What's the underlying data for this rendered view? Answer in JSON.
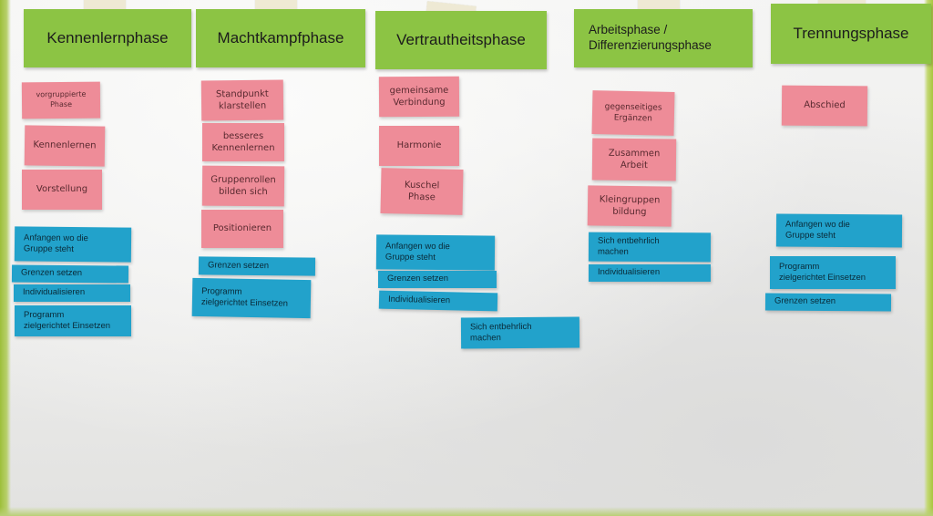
{
  "phases": [
    {
      "title": "Kennenlernphase",
      "pink": [
        "vorgruppierte Phase",
        "Kennenlernen",
        "Vorstellung"
      ],
      "blue": [
        "Anfangen wo die\nGruppe steht",
        "Grenzen setzen",
        "Individualisieren",
        "Programm\nzielgerichtet Einsetzen"
      ]
    },
    {
      "title": "Machtkampfphase",
      "pink": [
        "Standpunkt\nklarstellen",
        "besseres\nKennenlernen",
        "Gruppenrollen\nbilden sich",
        "Positionieren"
      ],
      "blue": [
        "Grenzen setzen",
        "Programm\nzielgerichtet Einsetzen"
      ]
    },
    {
      "title": "Vertrautheitsphase",
      "pink": [
        "gemeinsame\nVerbindung",
        "Harmonie",
        "Kuschel\nPhase"
      ],
      "blue": [
        "Anfangen wo die\nGruppe steht",
        "Grenzen setzen",
        "Individualisieren",
        "Sich entbehrlich\nmachen"
      ]
    },
    {
      "title": "Arbeitsphase /\nDifferenzierungsphase",
      "pink": [
        "gegenseitiges\nErgänzen",
        "Zusammen\nArbeit",
        "Kleingruppen\nbildung"
      ],
      "blue": [
        "Sich entbehrlich\nmachen",
        "Individualisieren"
      ]
    },
    {
      "title": "Trennungsphase",
      "pink": [
        "Abschied"
      ],
      "blue": [
        "Anfangen wo die\nGruppe steht",
        "Programm\nzielgerichtet Einsetzen",
        "Grenzen setzen"
      ]
    }
  ],
  "colors": {
    "header_green": "#8cc444",
    "note_pink": "#ee8c98",
    "note_blue": "#22a2cb",
    "frame_green": "#9dbf3a"
  }
}
